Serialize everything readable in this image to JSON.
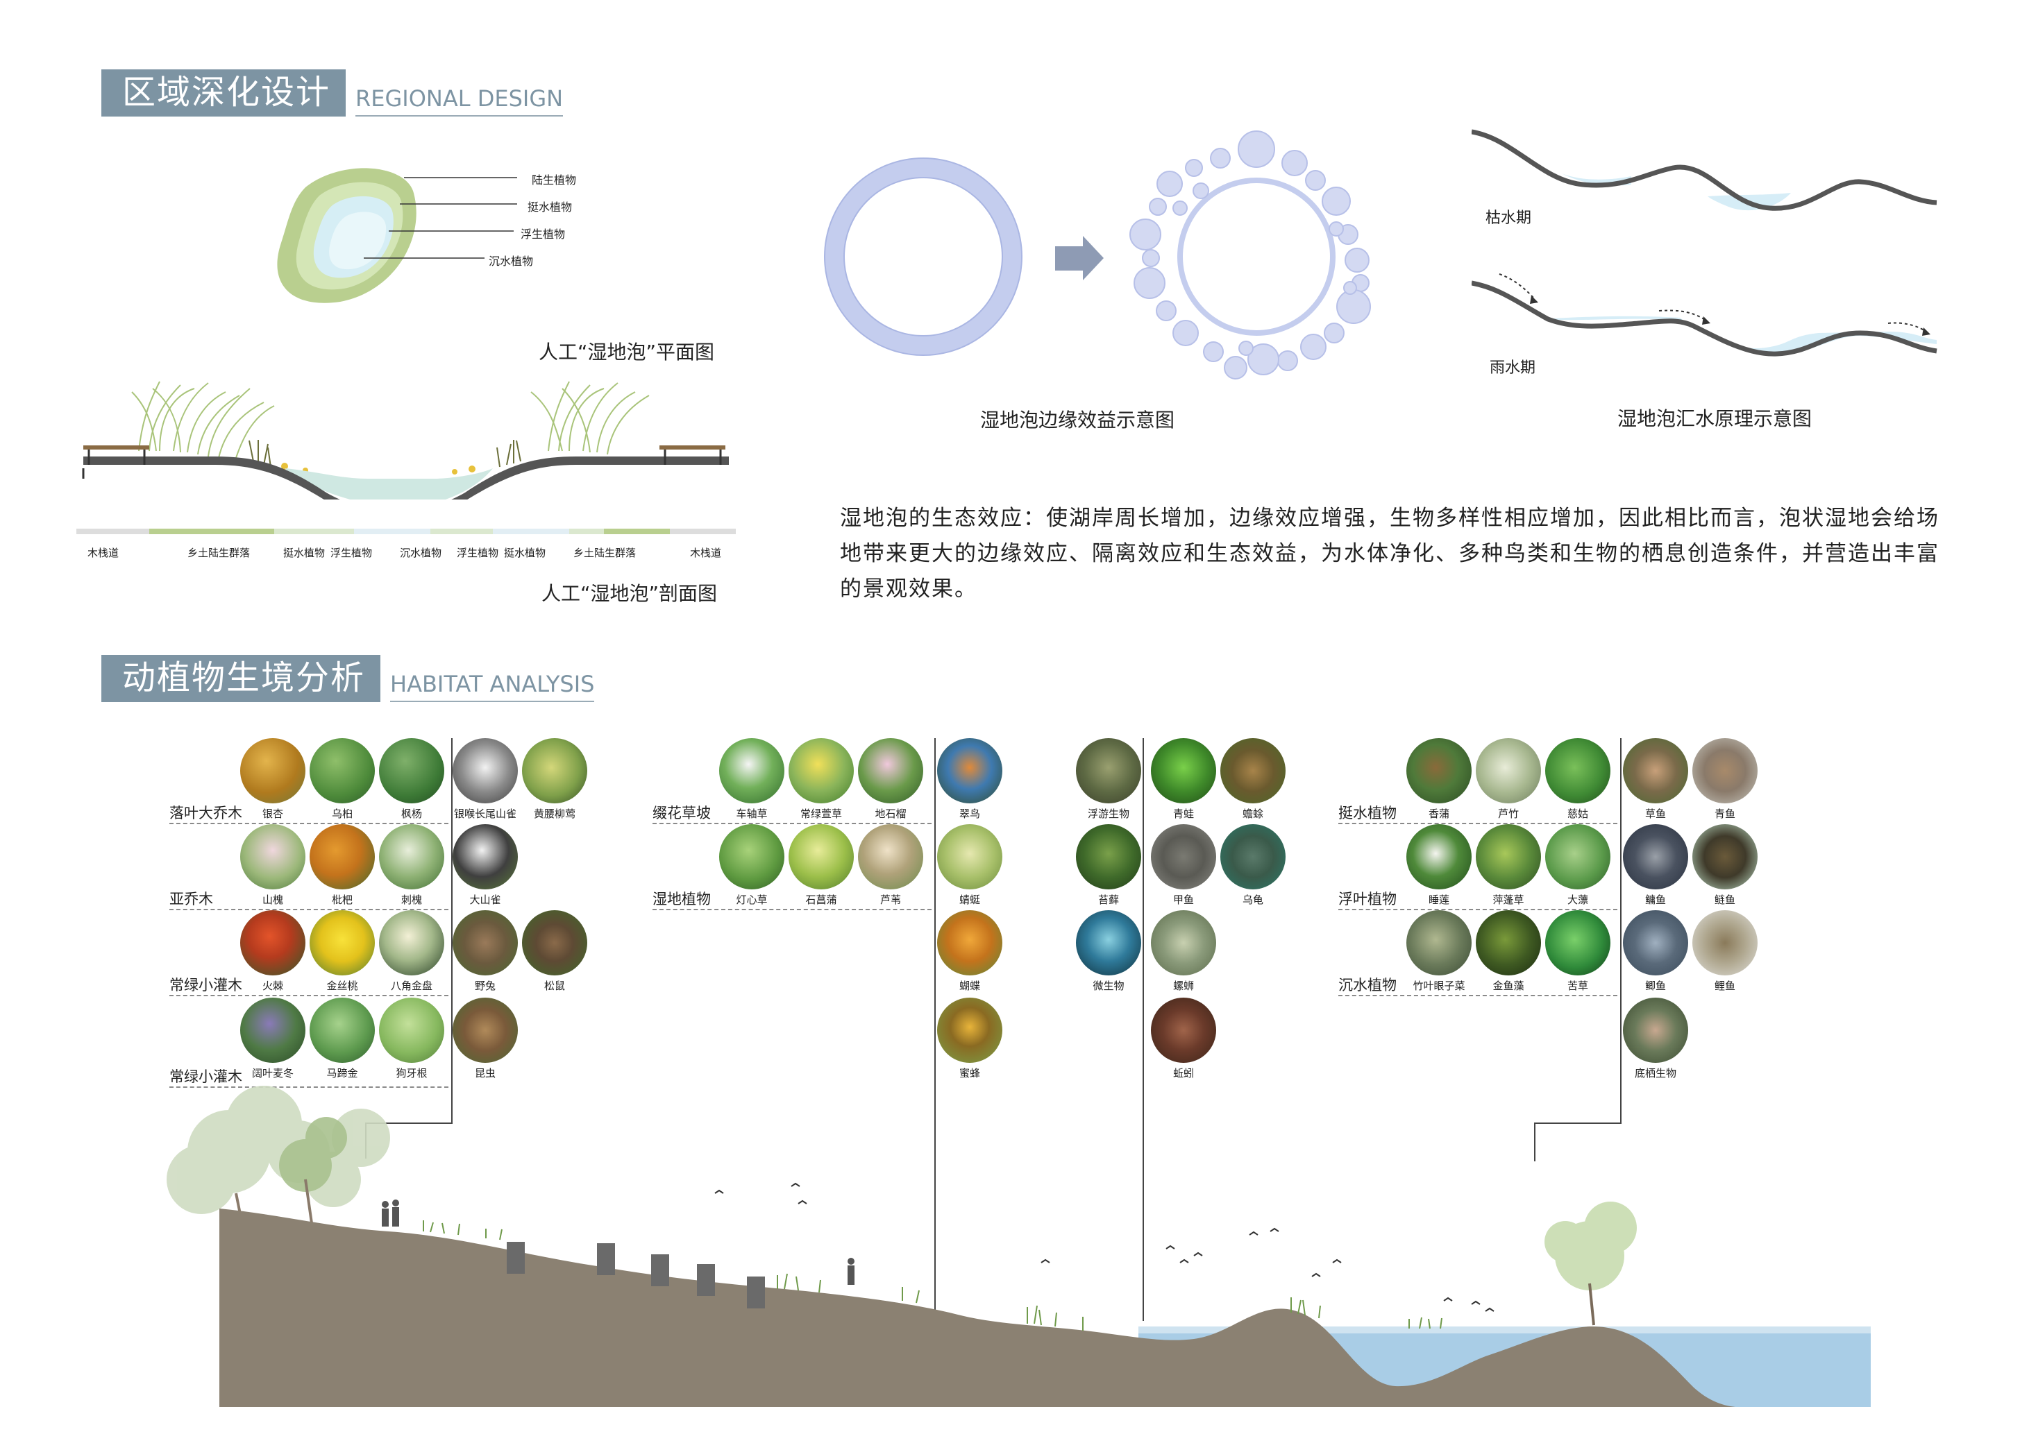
{
  "regional": {
    "title_cn": "区域深化设计",
    "title_en": "REGIONAL DESIGN"
  },
  "habitat": {
    "title_cn": "动植物生境分析",
    "title_en": "HABITAT ANALYSIS"
  },
  "plan": {
    "caption": "人工“湿地泡”平面图",
    "labels": [
      "陆生植物",
      "挺水植物",
      "浮生植物",
      "沉水植物"
    ]
  },
  "section": {
    "caption": "人工“湿地泡”剖面图",
    "zones": [
      "木栈道",
      "乡土陆生群落",
      "挺水植物",
      "浮生植物",
      "沉水植物",
      "浮生植物",
      "挺水植物",
      "乡土陆生群落",
      "木栈道"
    ]
  },
  "edge": {
    "caption": "湿地泡边缘效益示意图"
  },
  "water": {
    "caption": "湿地泡汇水原理示意图",
    "dry": "枯水期",
    "rain": "雨水期"
  },
  "paragraph": "湿地泡的生态效应：使湖岸周长增加，边缘效应增强，生物多样性相应增加，因此相比而言，泡状湿地会给场地带来更大的边缘效应、隔离效应和生态效益，为水体净化、多种鸟类和生物的栖息创造条件，并营造出丰富的景观效果。",
  "groups": {
    "g1": {
      "rows": [
        "落叶大乔木",
        "亚乔木",
        "常绿小灌木",
        "常绿小灌木"
      ],
      "plants": [
        [
          "银杏",
          "乌桕",
          "枫杨"
        ],
        [
          "山槐",
          "枇杷",
          "刺槐"
        ],
        [
          "火棘",
          "金丝桃",
          "八角金盘"
        ],
        [
          "阔叶麦冬",
          "马蹄金",
          "狗牙根"
        ]
      ],
      "animals": [
        [
          "银喉长尾山雀",
          "黄腰柳莺"
        ],
        [
          "大山雀"
        ],
        [
          "野兔",
          "松鼠"
        ],
        [
          "昆虫"
        ]
      ]
    },
    "g2": {
      "rows": [
        "缀花草坡",
        "湿地植物"
      ],
      "plants": [
        [
          "车轴草",
          "常绿萱草",
          "地石榴"
        ],
        [
          "灯心草",
          "石菖蒲",
          "芦苇"
        ]
      ],
      "animals": [
        "翠鸟",
        "蜻蜓",
        "蝴蝶",
        "蜜蜂"
      ]
    },
    "g3": {
      "left": [
        "浮游生物",
        "苔藓",
        "微生物"
      ],
      "right": [
        [
          "青蛙",
          "蟾蜍"
        ],
        [
          "甲鱼",
          "乌龟"
        ],
        [
          "螺蛳"
        ],
        [
          "蚯蚓"
        ]
      ]
    },
    "g4": {
      "rows": [
        "挺水植物",
        "浮叶植物",
        "沉水植物"
      ],
      "plants": [
        [
          "香蒲",
          "芦竹",
          "慈姑"
        ],
        [
          "睡莲",
          "萍蓬草",
          "大薸"
        ],
        [
          "竹叶眼子菜",
          "金鱼藻",
          "苦草"
        ]
      ],
      "animals": [
        [
          "草鱼",
          "青鱼"
        ],
        [
          "鳙鱼",
          "鲢鱼"
        ],
        [
          "鲫鱼",
          "鲤鱼"
        ],
        [
          "底栖生物"
        ]
      ]
    }
  },
  "colors": {
    "accent": "#7d94a3",
    "ground": "#8b8172",
    "water": "#a9cde6",
    "ring": "#c4cdee",
    "plan_outer": "#b9cf8f"
  }
}
